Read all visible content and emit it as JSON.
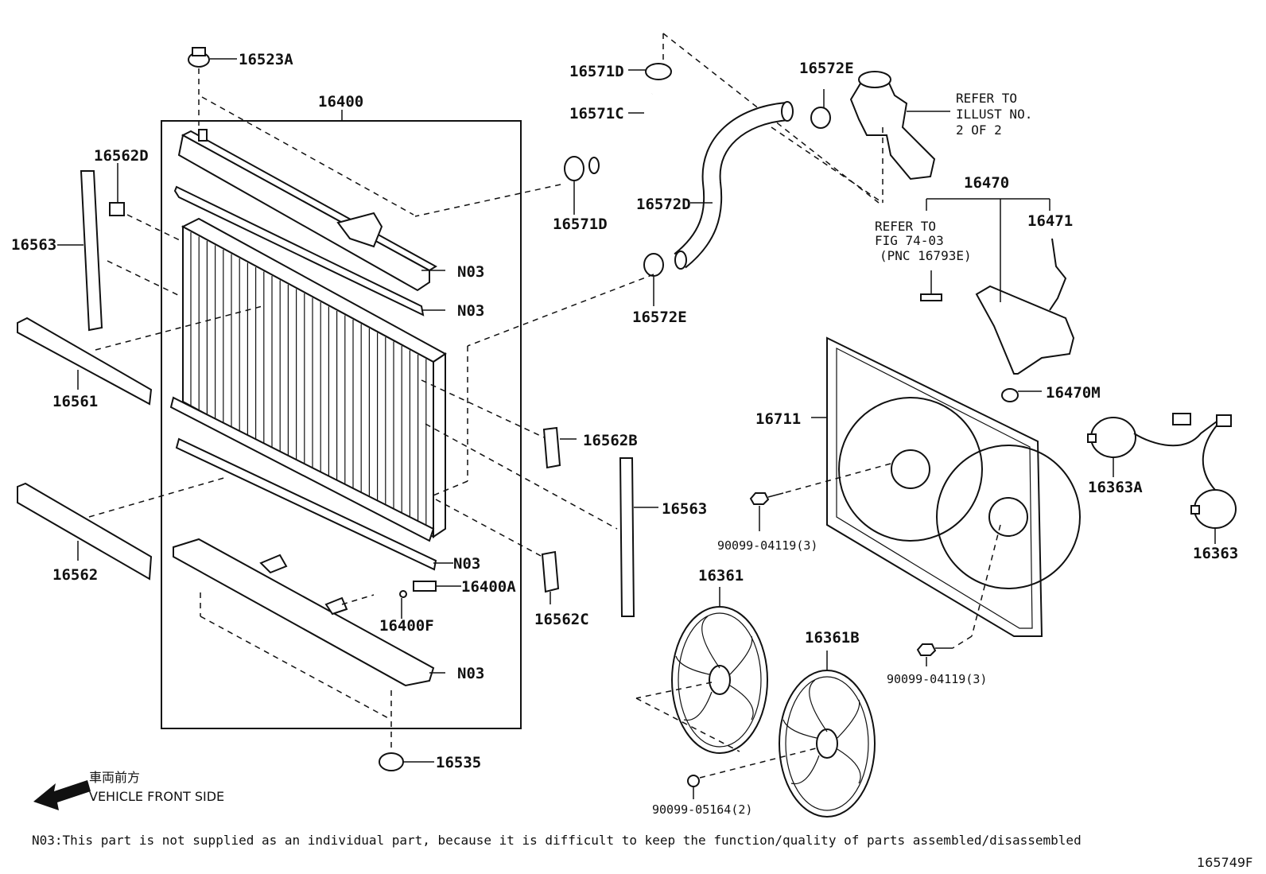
{
  "labels": {
    "p16523A": "16523A",
    "p16400": "16400",
    "p16562D": "16562D",
    "p16563_left": "16563",
    "p16561": "16561",
    "p16562": "16562",
    "n03_1": "N03",
    "n03_2": "N03",
    "n03_3": "N03",
    "n03_4": "N03",
    "p16400A": "16400A",
    "p16400F": "16400F",
    "p16535": "16535",
    "p16562B": "16562B",
    "p16562C": "16562C",
    "p16563_right": "16563",
    "p16571D_top": "16571D",
    "p16571C": "16571C",
    "p16571D_bottom": "16571D",
    "p16572D": "16572D",
    "p16572E_bottom": "16572E",
    "p16572E_top": "16572E",
    "p16470": "16470",
    "p16471": "16471",
    "p16470M": "16470M",
    "p16711": "16711",
    "p16363A": "16363A",
    "p16363": "16363",
    "p16361": "16361",
    "p16361B": "16361B",
    "bolt_upper": "90099-04119(3)",
    "bolt_lower": "90099-04119(3)",
    "nut": "90099-05164(2)"
  },
  "refer_illust": [
    "REFER TO",
    "ILLUST NO.",
    "2 OF 2"
  ],
  "refer_fig": [
    "REFER TO",
    "FIG 74-03",
    "(PNC 16793E)"
  ],
  "direction": {
    "japanese": "車両前方",
    "english": "VEHICLE FRONT SIDE"
  },
  "footnote": "N03:This part is not supplied as an individual part, because it is difficult to keep the function/quality of parts assembled/disassembled",
  "figure_id": "165749F"
}
